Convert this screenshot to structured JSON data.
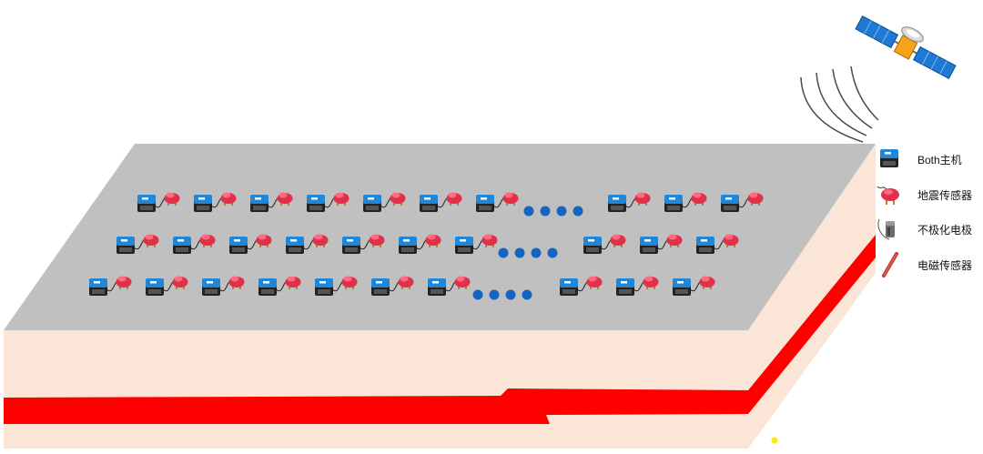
{
  "colors": {
    "surface": "#c0c0c0",
    "side": "#fbe5d6",
    "fault": "#ff0000",
    "host_body": "#1f86d8",
    "sensor": "#e0304a",
    "ellipsis_dot": "#1565c0",
    "signal_wave": "#4a4a4a",
    "marker_dot": "#ffea00"
  },
  "icons": {
    "host": "both-host-icon",
    "seismic": "seismic-sensor-icon",
    "electrode": "non-polarized-electrode-icon",
    "em": "em-sensor-icon",
    "satellite": "satellite-icon"
  },
  "legend": [
    {
      "label": "Both主机",
      "icon": "host"
    },
    {
      "label": "地震传感器",
      "icon": "seismic"
    },
    {
      "label": "不极化电极",
      "icon": "electrode"
    },
    {
      "label": "电磁传感器",
      "icon": "em"
    }
  ],
  "grid": {
    "rows": [
      {
        "before": 7,
        "after": 3
      },
      {
        "before": 7,
        "after": 3
      },
      {
        "before": 7,
        "after": 3
      }
    ],
    "ellipsis_dots": 4
  }
}
